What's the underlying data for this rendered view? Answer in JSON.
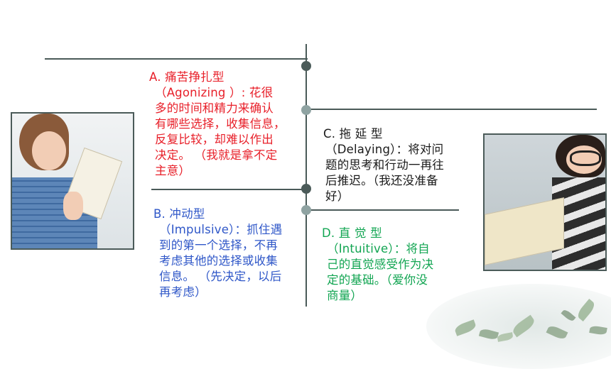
{
  "items": {
    "a": {
      "label": "A. 痛苦挣扎型",
      "body": "（Agonizing ）: 花很\n多的时间和精力来确认\n有哪些选择，收集信息，\n反复比较，却难以作出\n决定。 （我就是拿不定\n主意）"
    },
    "b": {
      "label": "B. 冲动型",
      "body": "（Impulsive）：抓住遇\n到的第一个选择，不再\n考虑其他的选择或收集\n信息。 （先决定，以后\n再考虑）"
    },
    "c": {
      "label": "C. 拖 延 型",
      "body": "（Delaying）：将对问\n题的思考和行动一再往\n后推迟。（我还没准备\n好）"
    },
    "d": {
      "label": "D. 直 觉 型",
      "body": "（Intuitive）：将自\n己的直觉感受作为决\n定的基础。（爱你没\n商量）"
    }
  },
  "colors": {
    "a": "#e8202a",
    "b": "#2f57c8",
    "c": "#1a1a1a",
    "d": "#12a552",
    "line": "#4a5a58"
  },
  "icons": [
    "book-reader-photo-left",
    "book-reader-photo-right",
    "leaf-decoration"
  ]
}
